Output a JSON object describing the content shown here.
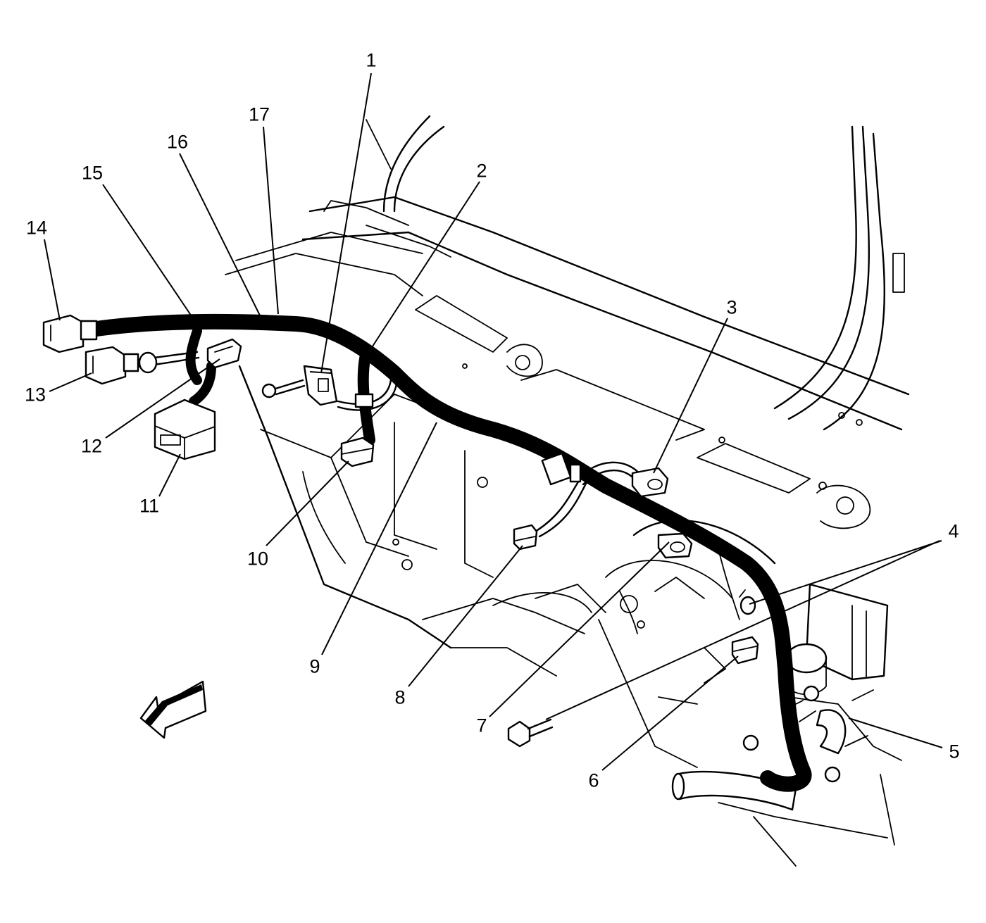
{
  "callouts": [
    {
      "id": "1",
      "label": "1"
    },
    {
      "id": "2",
      "label": "2"
    },
    {
      "id": "3",
      "label": "3"
    },
    {
      "id": "4",
      "label": "4"
    },
    {
      "id": "5",
      "label": "5"
    },
    {
      "id": "6",
      "label": "6"
    },
    {
      "id": "7",
      "label": "7"
    },
    {
      "id": "8",
      "label": "8"
    },
    {
      "id": "9",
      "label": "9"
    },
    {
      "id": "10",
      "label": "10"
    },
    {
      "id": "11",
      "label": "11"
    },
    {
      "id": "12",
      "label": "12"
    },
    {
      "id": "13",
      "label": "13"
    },
    {
      "id": "14",
      "label": "14"
    },
    {
      "id": "15",
      "label": "15"
    },
    {
      "id": "16",
      "label": "16"
    },
    {
      "id": "17",
      "label": "17"
    }
  ],
  "colors": {
    "line": "#000000",
    "background": "#ffffff"
  },
  "icons": {
    "direction_arrow": "front-direction-arrow-icon"
  }
}
